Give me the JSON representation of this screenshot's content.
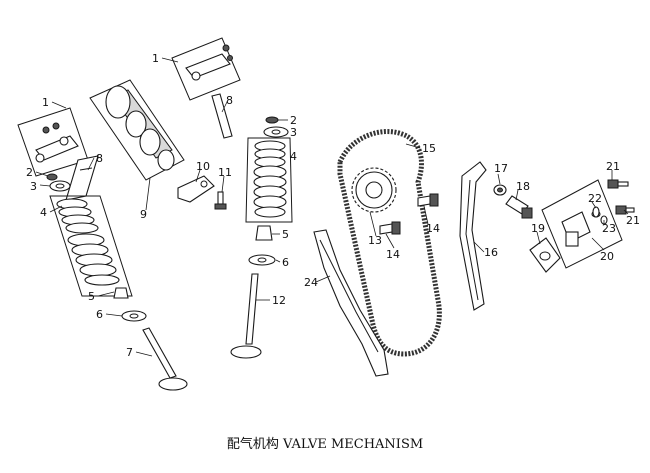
{
  "caption": "配气机构 VALVE MECHANISM",
  "callouts": {
    "c1a": "1",
    "c1b": "1",
    "c2a": "2",
    "c2b": "2",
    "c3a": "3",
    "c3b": "3",
    "c4a": "4",
    "c4b": "4",
    "c5a": "5",
    "c5b": "5",
    "c6a": "6",
    "c6b": "6",
    "c7": "7",
    "c8a": "8",
    "c8b": "8",
    "c9": "9",
    "c10": "10",
    "c11": "11",
    "c12": "12",
    "c13": "13",
    "c14a": "14",
    "c14b": "14",
    "c15": "15",
    "c16": "16",
    "c17": "17",
    "c18": "18",
    "c19": "19",
    "c20": "20",
    "c21a": "21",
    "c21b": "21",
    "c22": "22",
    "c23": "23",
    "c24": "24"
  }
}
